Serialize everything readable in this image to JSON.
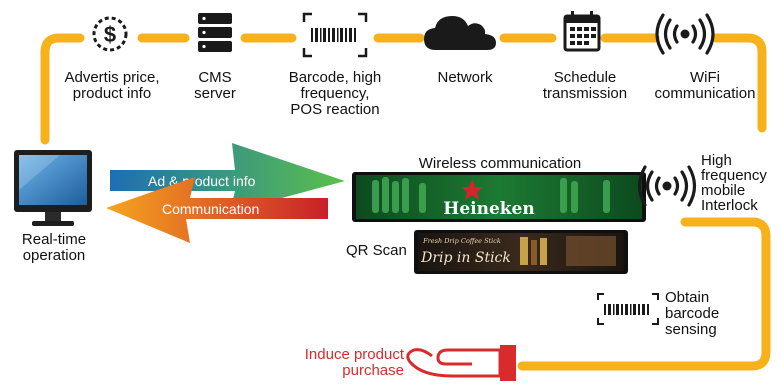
{
  "steps": {
    "advertis": "Advertis price, product info",
    "cms": "CMS server",
    "barcode": "Barcode, high frequency, POS reaction",
    "network": "Network",
    "schedule": "Schedule transmission",
    "wifi": "WiFi communication"
  },
  "steps_lines": {
    "advertis": [
      "Advertis price,",
      "product info"
    ],
    "cms": [
      "CMS",
      "server"
    ],
    "barcode": [
      "Barcode, high",
      "frequency,",
      "POS reaction"
    ],
    "network": [
      "Network"
    ],
    "schedule": [
      "Schedule",
      "transmission"
    ],
    "wifi": [
      "WiFi",
      "communication"
    ]
  },
  "left": {
    "realtime": [
      "Real-time",
      "operation"
    ]
  },
  "arrows": {
    "ad_info": "Ad & product info",
    "communication": "Communication"
  },
  "displays": {
    "wireless_label": "Wireless communication",
    "qr_label": "QR Scan",
    "brand": "Heineken",
    "drip_text": "Drip in Stick",
    "drip_sub": "Fresh Drip Coffee Stick"
  },
  "right": {
    "high_freq": [
      "High",
      "frequency",
      "mobile",
      "Interlock"
    ],
    "obtain": [
      "Obtain",
      "barcode",
      "sensing"
    ]
  },
  "bottom": {
    "induce": [
      "Induce product",
      "purchase"
    ]
  },
  "colors": {
    "flow": "#f7b21b",
    "arrow_ad_start": "#1c6fb5",
    "arrow_ad_end": "#5bc04a",
    "arrow_comm_start": "#f6a51f",
    "arrow_comm_end": "#c8202a",
    "accent_red": "#d92b2b",
    "icon": "#1a1a1a"
  },
  "icons": [
    "dollar-icon",
    "server-icon",
    "barcode-icon",
    "cloud-icon",
    "calendar-icon",
    "wifi-icon",
    "monitor-icon",
    "signal-icon",
    "hand-icon"
  ]
}
